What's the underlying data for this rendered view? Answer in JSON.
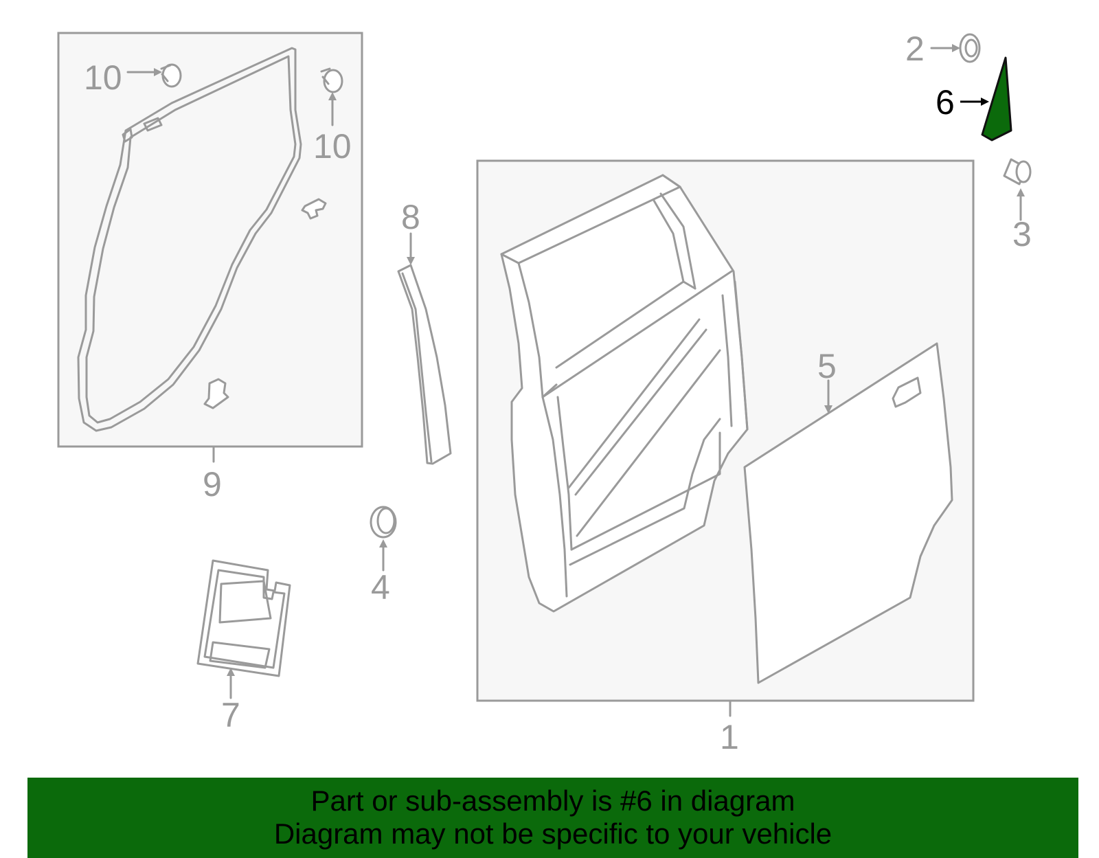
{
  "callouts": {
    "c1": "1",
    "c2": "2",
    "c3": "3",
    "c4": "4",
    "c5": "5",
    "c6": "6",
    "c7": "7",
    "c8": "8",
    "c9": "9",
    "c10a": "10",
    "c10b": "10"
  },
  "highlight_part": "6",
  "banner": {
    "line1": "Part or sub-assembly is #6 in diagram",
    "line2": "Diagram may not be specific to your vehicle"
  },
  "colors": {
    "line": "#9a9a9a",
    "highlight": "#0b6a0b",
    "box_fill": "#f7f7f7",
    "banner_bg": "#0b6a0b"
  }
}
